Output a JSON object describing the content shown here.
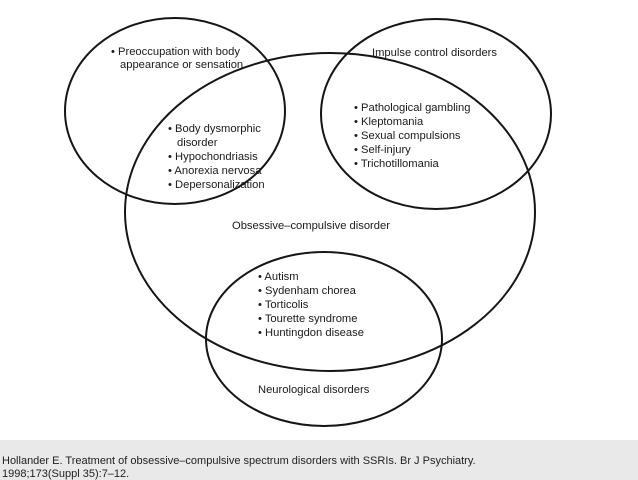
{
  "diagram": {
    "regions": {
      "preoccupation": {
        "lines": [
          "• Preoccupation with body",
          "appearance or sensation"
        ]
      },
      "impulse": {
        "title": "Impulse control disorders",
        "items": [
          "• Pathological gambling",
          "• Kleptomania",
          "• Sexual compulsions",
          "• Self-injury",
          "• Trichotillomania"
        ]
      },
      "overlap": {
        "items": [
          "• Body dysmorphic",
          "disorder",
          "• Hypochondriasis",
          "• Anorexia nervosa",
          "• Depersonalization"
        ]
      },
      "ocd": {
        "title": "Obsessive–compulsive disorder"
      },
      "neuro_items": {
        "items": [
          "• Autism",
          "• Sydenham chorea",
          "• Torticolis",
          "• Tourette syndrome",
          "• Huntingdon disease"
        ]
      },
      "neuro": {
        "title": "Neurological disorders"
      }
    }
  },
  "citation": {
    "line1": "Hollander E. Treatment of obsessive–compulsive spectrum disorders with SSRIs. Br J Psychiatry.",
    "line2": "1998;173(Suppl 35):7–12."
  }
}
